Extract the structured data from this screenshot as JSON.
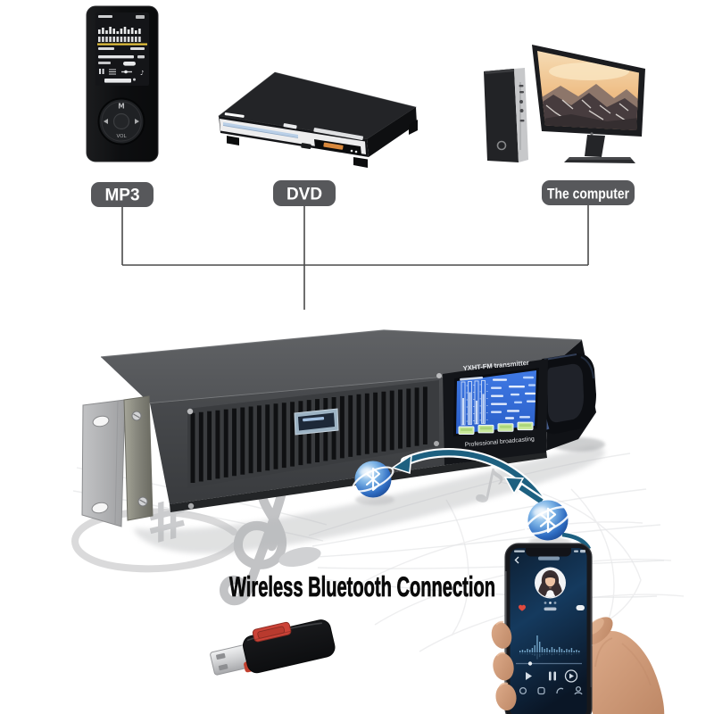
{
  "scene": {
    "background": "#ffffff",
    "description": "FM transmitter audio sources and wireless bluetooth connection infographic"
  },
  "sources": {
    "mp3": {
      "label": "MP3"
    },
    "dvd": {
      "label": "DVD"
    },
    "computer": {
      "label": "The computer"
    }
  },
  "transmitter": {
    "name": "YXHT-FM transmitter",
    "tagline": "Professional broadcasting"
  },
  "caption": {
    "text": "Wireless Bluetooth Connection"
  },
  "colors": {
    "label_pill": "#57585b",
    "connector_line": "#4a4a4a",
    "arrow_blue": "#1d6080",
    "lcd_blue": "#2f6bd8",
    "bluetooth_sphere": "#2e6cc2",
    "usb_red": "#cc4338",
    "heading_text": "#0a0a0a"
  }
}
